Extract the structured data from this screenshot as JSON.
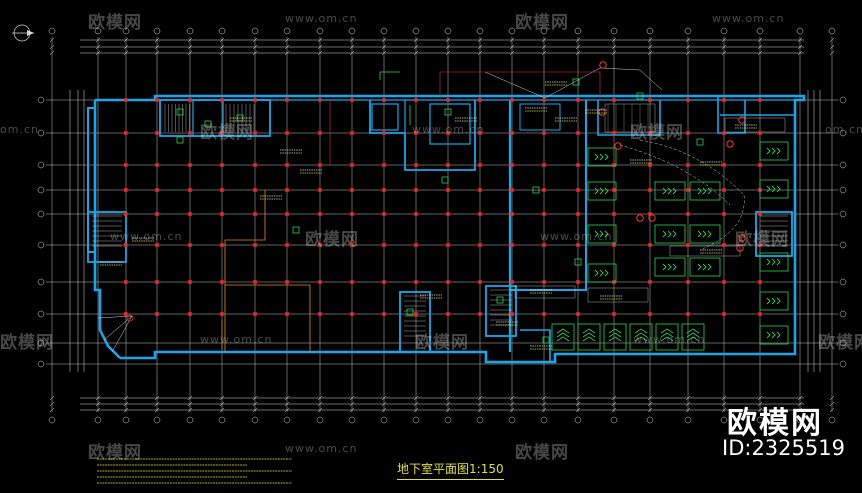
{
  "drawing": {
    "title": "地下室平面图",
    "scale": "1:150"
  },
  "watermark": {
    "brand": "欧模网",
    "url": "www.om.cn",
    "url_short": "om.cn",
    "id_label": "ID:2325519"
  },
  "colors": {
    "background": "#000000",
    "wall": "#19a6e8",
    "column": "#ff2020",
    "grid": "#d8d8d8",
    "green": "#27d34a",
    "yellow": "#e0e040",
    "orange": "#e08a2a"
  },
  "icons": [
    "north-arrow-icon",
    "parking-arrow-icon",
    "car-icon"
  ]
}
